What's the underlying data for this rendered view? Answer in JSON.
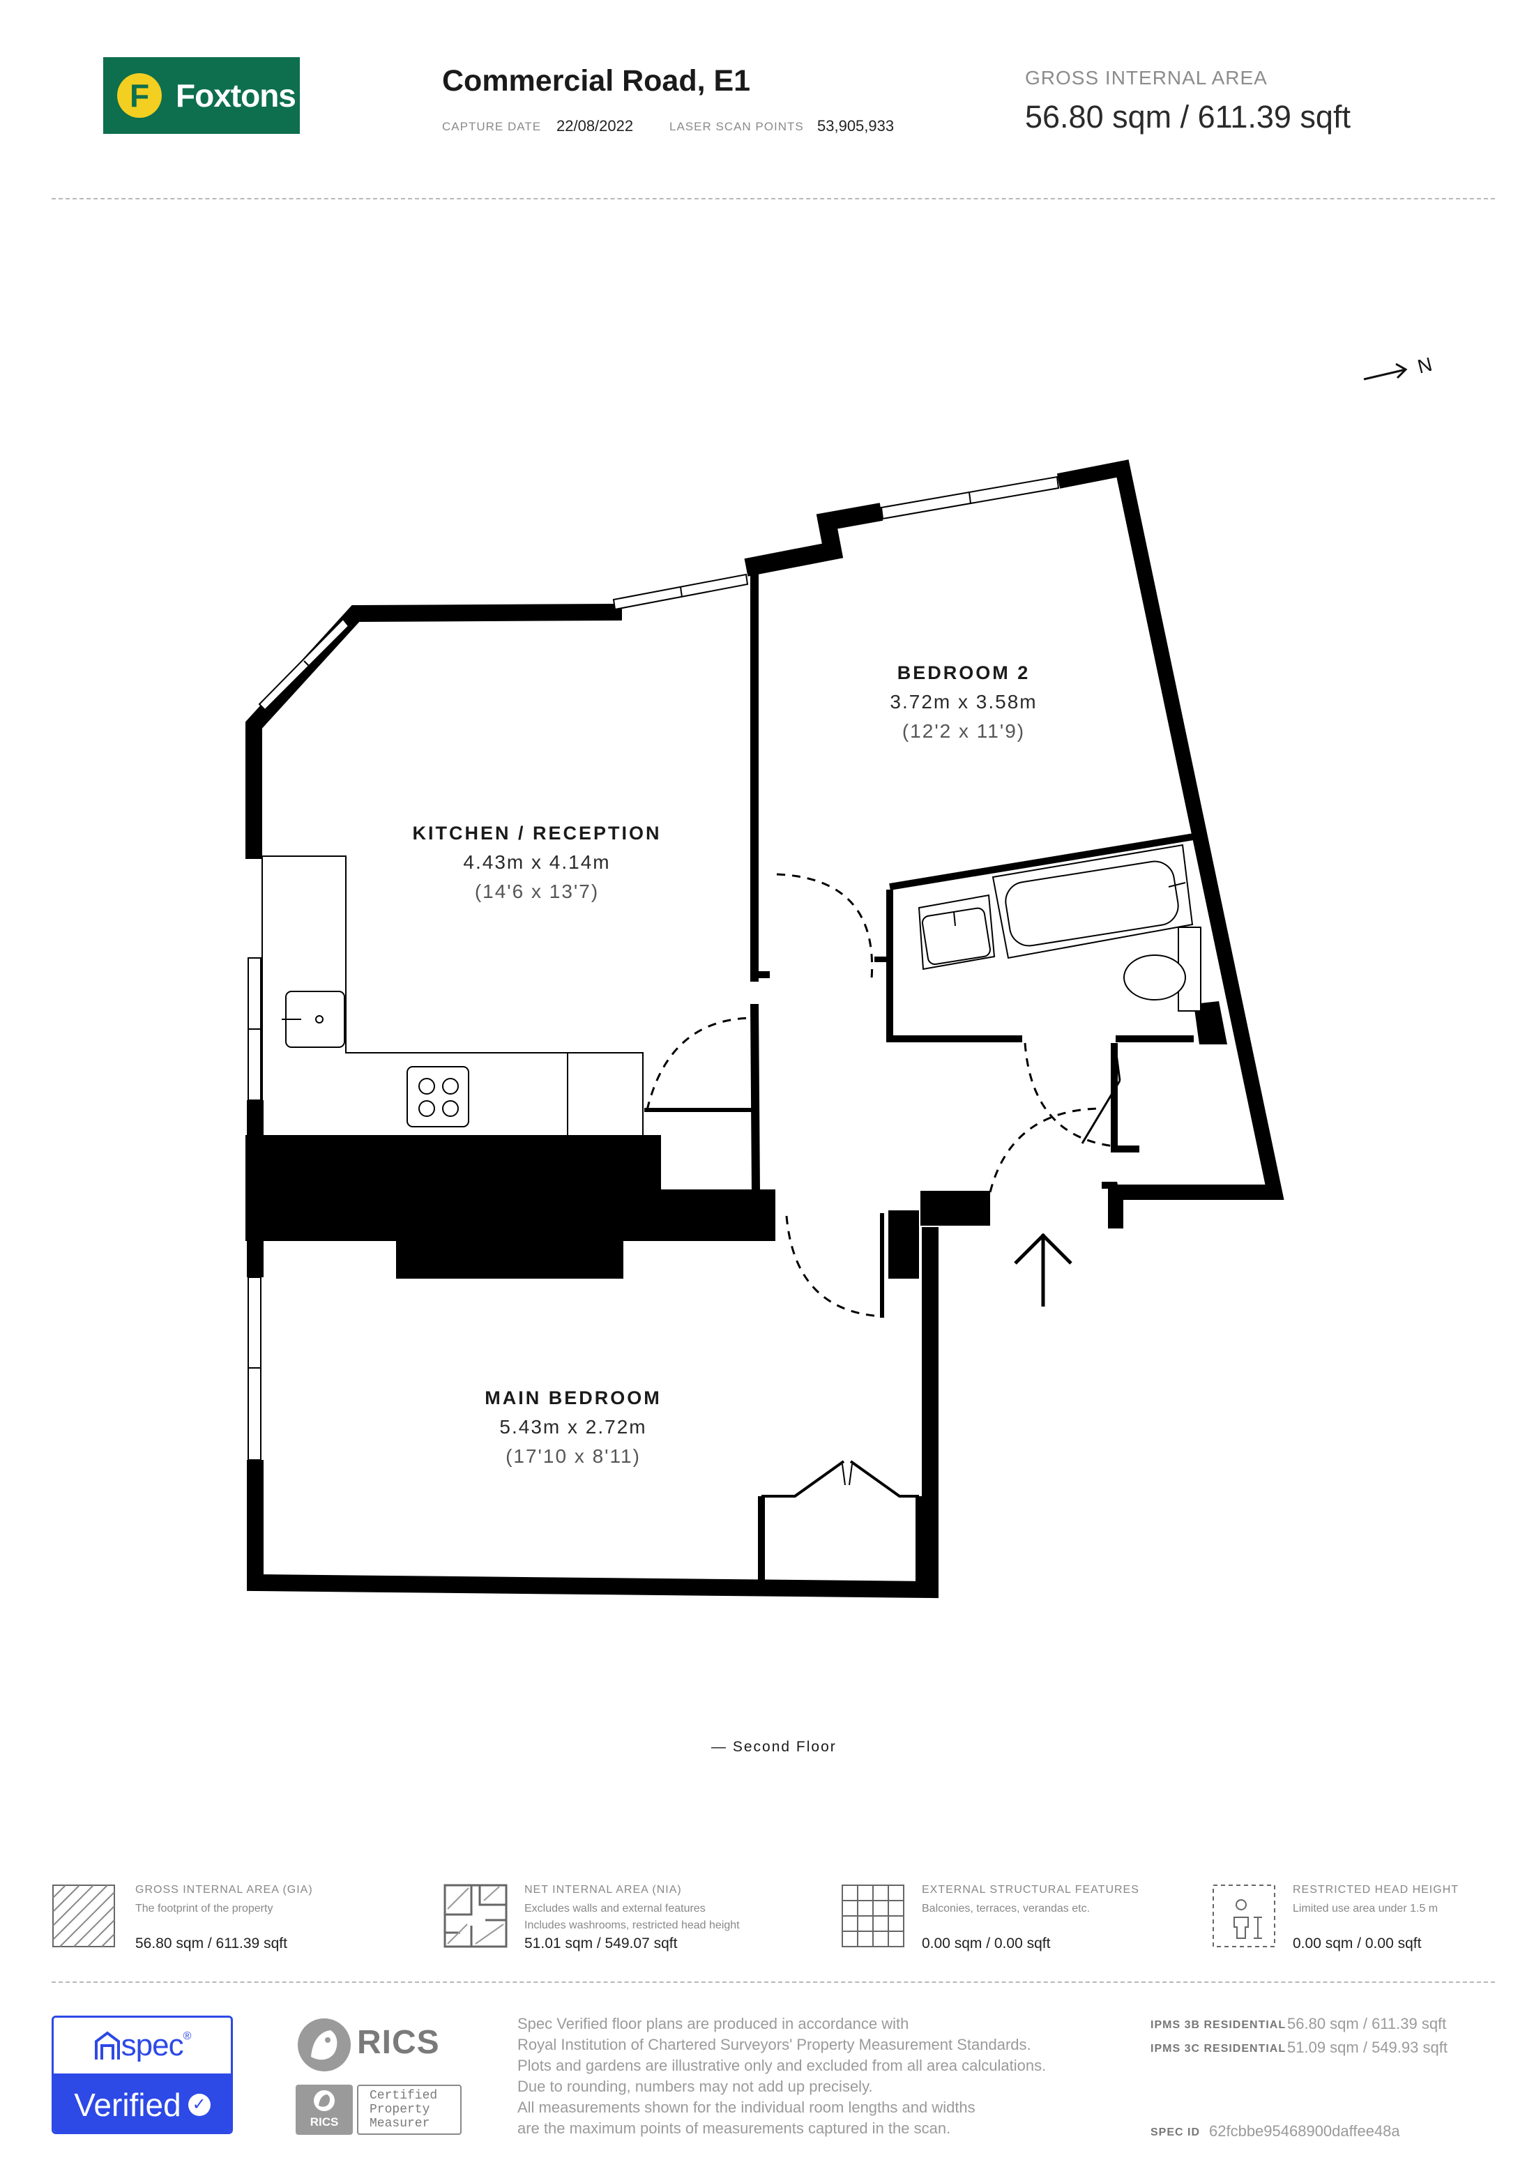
{
  "brand": {
    "logo_letter": "F",
    "logo_text": "Foxtons",
    "logo_color": "#0d6f4d",
    "logo_accent": "#f3cf21"
  },
  "header": {
    "address": "Commercial Road, E1",
    "capture_date_label": "CAPTURE DATE",
    "capture_date": "22/08/2022",
    "laser_scan_label": "LASER SCAN POINTS",
    "laser_scan_points": "53,905,933",
    "gia_label": "GROSS INTERNAL AREA",
    "gia_value": "56.80 sqm / 611.39 sqft"
  },
  "compass": {
    "label": "N"
  },
  "rooms": {
    "kitchen": {
      "name": "KITCHEN / RECEPTION",
      "metric": "4.43m x 4.14m",
      "imperial": "(14'6 x 13'7)"
    },
    "bedroom2": {
      "name": "BEDROOM 2",
      "metric": "3.72m x 3.58m",
      "imperial": "(12'2 x 11'9)"
    },
    "main_bedroom": {
      "name": "MAIN BEDROOM",
      "metric": "5.43m x 2.72m",
      "imperial": "(17'10 x 8'11)"
    }
  },
  "floor_label": "— Second Floor",
  "legend": [
    {
      "title": "GROSS INTERNAL AREA (GIA)",
      "desc": [
        "The footprint of the property"
      ],
      "value": "56.80 sqm / 611.39 sqft",
      "icon": "gia-hatch-icon"
    },
    {
      "title": "NET INTERNAL AREA (NIA)",
      "desc": [
        "Excludes walls and external features",
        "Includes washrooms, restricted head height"
      ],
      "value": "51.01 sqm / 549.07 sqft",
      "icon": "nia-plan-icon"
    },
    {
      "title": "EXTERNAL STRUCTURAL FEATURES",
      "desc": [
        "Balconies, terraces, verandas etc."
      ],
      "value": "0.00 sqm / 0.00 sqft",
      "icon": "grid-icon"
    },
    {
      "title": "RESTRICTED HEAD HEIGHT",
      "desc": [
        "Limited use area under 1.5 m"
      ],
      "value": "0.00 sqm / 0.00 sqft",
      "icon": "head-height-icon"
    }
  ],
  "spec": {
    "brand": "spec",
    "registered": "®",
    "verified": "Verified",
    "check": "✓",
    "accent": "#2d49e6"
  },
  "rics": {
    "word": "RICS",
    "small": "RICS",
    "cert_lines": [
      "Certified",
      "Property",
      "Measurer"
    ]
  },
  "disclaimer": [
    "Spec Verified floor plans are produced in accordance with",
    "Royal Institution of Chartered Surveyors' Property Measurement Standards.",
    "Plots and gardens are illustrative only and excluded from all area calculations.",
    "Due to rounding, numbers may not add up precisely.",
    "All measurements shown for the individual room lengths and widths",
    "are the maximum points of measurements captured in the scan."
  ],
  "ipms": [
    {
      "label": "IPMS 3B RESIDENTIAL",
      "value": "56.80 sqm / 611.39 sqft"
    },
    {
      "label": "IPMS 3C RESIDENTIAL",
      "value": "51.09 sqm / 549.93 sqft"
    }
  ],
  "spec_id": {
    "label": "SPEC ID",
    "value": "62fcbbe95468900daffee48a"
  }
}
